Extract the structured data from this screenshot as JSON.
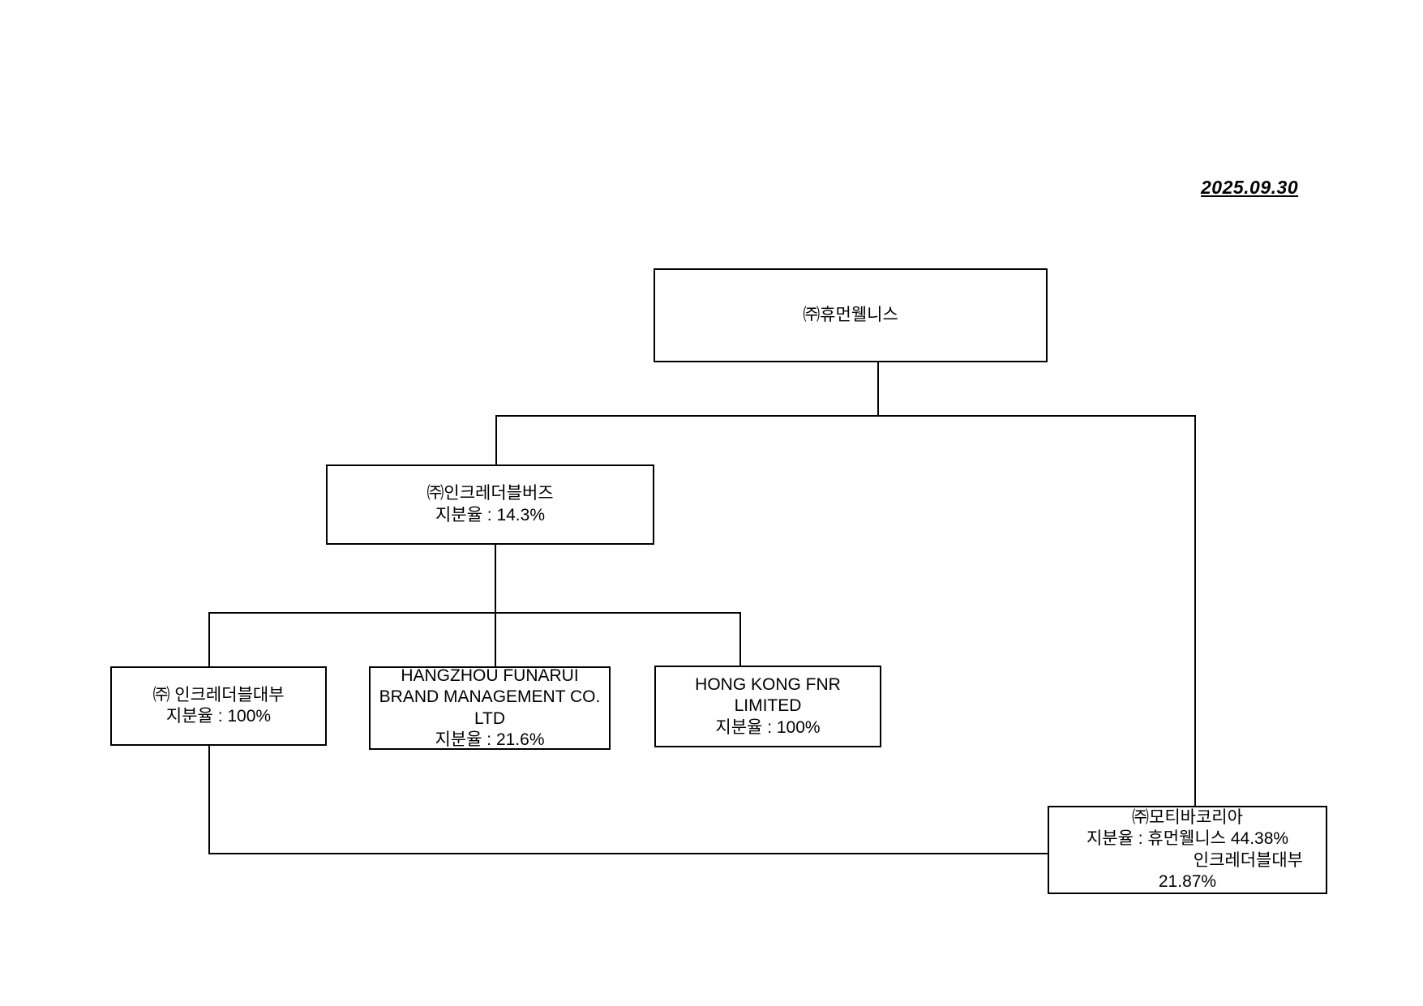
{
  "document": {
    "date_label": "2025.09.30"
  },
  "colors": {
    "line": "#000000",
    "background": "#ffffff",
    "text": "#000000"
  },
  "org_chart": {
    "root": {
      "lines": [
        "㈜휴먼웰니스"
      ]
    },
    "incrediblebuzz": {
      "lines": [
        "㈜인크레더블버즈",
        "지분율 : 14.3%"
      ]
    },
    "incredibleloan": {
      "lines": [
        "㈜ 인크레더블대부",
        "지분율 : 100%"
      ]
    },
    "hangzhou": {
      "lines": [
        "HANGZHOU FUNARUI",
        "BRAND MANAGEMENT CO.",
        "LTD",
        "지분율 : 21.6%"
      ]
    },
    "hongkong": {
      "lines": [
        "HONG KONG FNR",
        "LIMITED",
        "지분율 : 100%"
      ]
    },
    "motiva": {
      "lines": [
        "㈜모티바코리아",
        "지분율 : 휴먼웰니스 44.38%",
        "인크레더블대부",
        "21.87%"
      ]
    }
  }
}
